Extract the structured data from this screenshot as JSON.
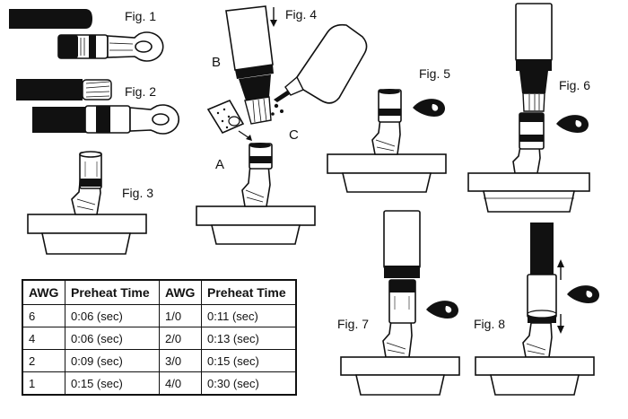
{
  "figures": {
    "fig1": "Fig. 1",
    "fig2": "Fig. 2",
    "fig3": "Fig. 3",
    "fig4": "Fig. 4",
    "fig5": "Fig. 5",
    "fig6": "Fig. 6",
    "fig7": "Fig. 7",
    "fig8": "Fig. 8"
  },
  "callouts": {
    "a": "A",
    "b": "B",
    "c": "C"
  },
  "preheat_table": {
    "headers": [
      "AWG",
      "Preheat Time",
      "AWG",
      "Preheat Time"
    ],
    "rows": [
      [
        "6",
        "0:06 (sec)",
        "1/0",
        "0:11 (sec)"
      ],
      [
        "4",
        "0:06 (sec)",
        "2/0",
        "0:13 (sec)"
      ],
      [
        "2",
        "0:09 (sec)",
        "3/0",
        "0:15 (sec)"
      ],
      [
        "1",
        "0:15 (sec)",
        "4/0",
        "0:30 (sec)"
      ]
    ]
  },
  "colors": {
    "ink": "#111111",
    "paper": "#ffffff",
    "shade": "#cccccc"
  },
  "icons": [
    "wire-icon",
    "lug-icon",
    "heat-flame-icon",
    "solder-bottle-icon",
    "flux-sponge-icon",
    "heat-block-icon",
    "arrow-icon"
  ]
}
